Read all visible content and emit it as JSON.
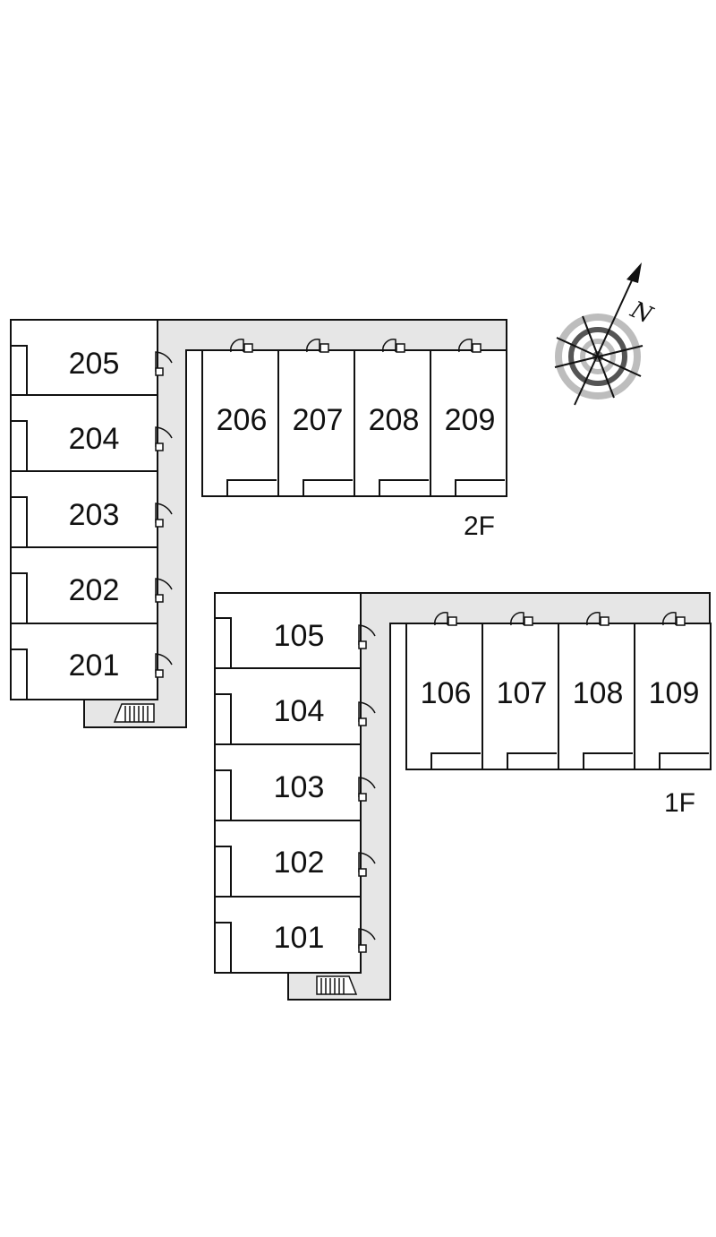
{
  "floors": [
    {
      "label": "2F",
      "west_wing_rooms": [
        "205",
        "204",
        "203",
        "202",
        "201"
      ],
      "east_wing_rooms": [
        "206",
        "207",
        "208",
        "209"
      ]
    },
    {
      "label": "1F",
      "west_wing_rooms": [
        "105",
        "104",
        "103",
        "102",
        "101"
      ],
      "east_wing_rooms": [
        "106",
        "107",
        "108",
        "109"
      ]
    }
  ],
  "compass": {
    "north_label": "N",
    "icon": "compass-rose-icon"
  },
  "colors": {
    "line": "#111111",
    "corridor": "#e6e6e6",
    "background": "#ffffff"
  }
}
